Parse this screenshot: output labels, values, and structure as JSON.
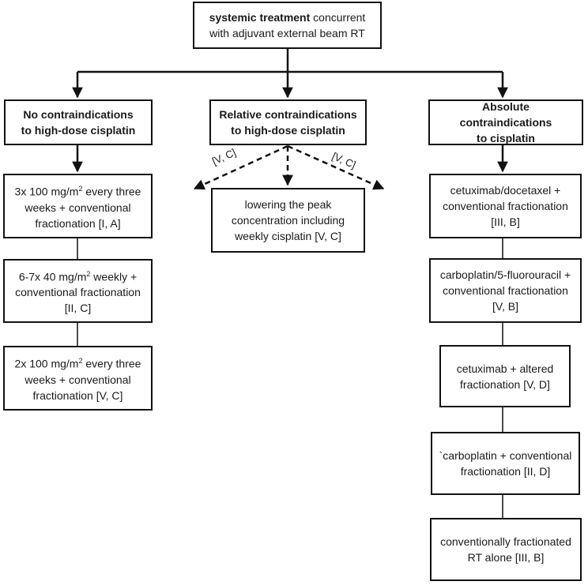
{
  "root": {
    "bold": "systemic treatment",
    "rest": "concurrent",
    "line2": "with adjuvant external beam RT"
  },
  "columns": {
    "left": {
      "header_line1": "No contraindications",
      "header_line2": "to high-dose cisplatin",
      "items": [
        {
          "l1a": "3x 100 mg/m",
          "sup": "2",
          "l1b": " every three",
          "l2": "weeks + conventional",
          "l3": "fractionation [I, A]"
        },
        {
          "l1a": "6-7x 40 mg/m",
          "sup": "2",
          "l1b": " weekly +",
          "l2": "conventional fractionation",
          "l3": "[II, C]"
        },
        {
          "l1a": "2x 100 mg/m",
          "sup": "2",
          "l1b": " every three",
          "l2": "weeks + conventional",
          "l3": "fractionation [V, C]"
        }
      ]
    },
    "middle": {
      "header_line1": "Relative contraindications",
      "header_line2": "to high-dose cisplatin",
      "arrow_label_left": "[V, C]",
      "arrow_label_right": "[V, C]",
      "item": {
        "l1": "lowering the peak",
        "l2": "concentration including",
        "l3": "weekly cisplatin [V, C]"
      }
    },
    "right": {
      "header_line1": "Absolute contraindications",
      "header_line2": "to cisplatin",
      "items": [
        {
          "l1": "cetuximab/docetaxel +",
          "l2": "conventional fractionation",
          "l3": "[III, B]"
        },
        {
          "l1": "carboplatin/5-fluorouracil +",
          "l2": "conventional fractionation",
          "l3": "[V, B]"
        },
        {
          "l1": "cetuximab + altered",
          "l2": "fractionation [V, D]",
          "l3": ""
        },
        {
          "l1": "`carboplatin + conventional",
          "l2": "fractionation [II, D]",
          "l3": ""
        },
        {
          "l1": "conventionally fractionated",
          "l2": "RT alone [III, B]",
          "l3": ""
        }
      ]
    }
  }
}
